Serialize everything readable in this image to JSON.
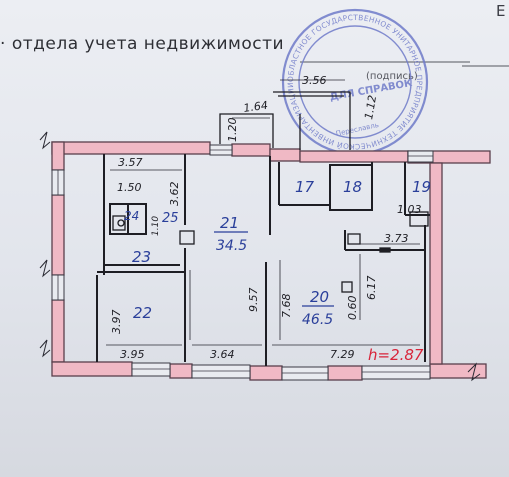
{
  "header": {
    "title": "отдела учета недвижимости",
    "corner_letter": "Е",
    "sign_label": "(подпись)"
  },
  "stamp": {
    "ring_text": "ОБЛАСТНОЕ ГОСУДАРСТВЕННОЕ УНИТАРНОЕ ПРЕДПРИЯТИЕ ТЕХНИЧЕСКОЙ ИНВЕНТАРИЗАЦИИ ЯРОСЛАВСКОЙ ОБЛАСТИ ПО ПЕРЕСЛАВСКОМУ",
    "center_text": "ДЛЯ СПРАВОК",
    "city_text": "Переславль"
  },
  "rooms": [
    {
      "number": "17"
    },
    {
      "number": "18"
    },
    {
      "number": "19"
    },
    {
      "number": "20",
      "area": "46.5"
    },
    {
      "number": "21",
      "area": "34.5"
    },
    {
      "number": "22"
    },
    {
      "number": "23"
    },
    {
      "number": "24"
    },
    {
      "number": "25"
    }
  ],
  "dimensions": {
    "d_356": "3.56",
    "d_164": "1.64",
    "d_120": "1.20",
    "d_112": "1.12",
    "d_357": "3.57",
    "d_150": "1.50",
    "d_362": "3.62",
    "d_110": "1.10",
    "d_103": "1.03",
    "d_373": "3.73",
    "d_617": "6.17",
    "d_060": "0.60",
    "d_768": "7.68",
    "d_957": "9.57",
    "d_397": "3.97",
    "d_395": "3.95",
    "d_364": "3.64",
    "d_729": "7.29"
  },
  "height_note": "h=2.87",
  "colors": {
    "wall_fill": "#f0b9c5",
    "wall_line": "#5a3f4c",
    "ink_blue": "#2a3f9a",
    "ink_black": "#1e1e24",
    "ink_red": "#d8243a",
    "stamp_blue": "#6f7bc9"
  }
}
